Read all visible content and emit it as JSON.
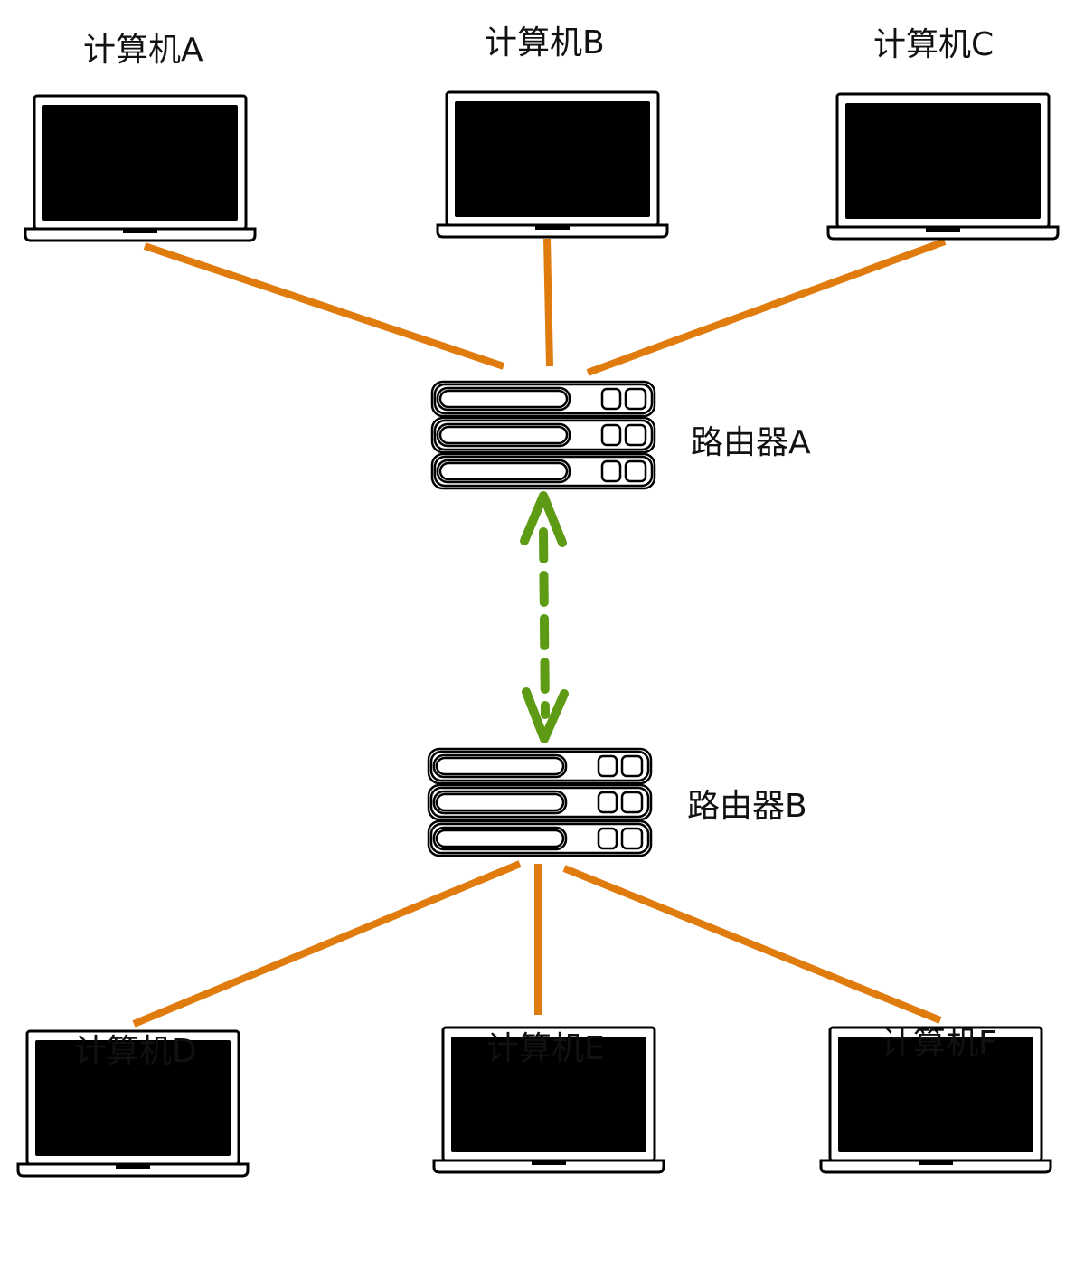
{
  "colors": {
    "link": "#E07B0E",
    "peer_link": "#5E9B14",
    "device": "#000000",
    "background": "#FFFFFF"
  },
  "computers": [
    {
      "id": "A",
      "label": "计算机A"
    },
    {
      "id": "B",
      "label": "计算机B"
    },
    {
      "id": "C",
      "label": "计算机C"
    },
    {
      "id": "D",
      "label": "计算机D"
    },
    {
      "id": "E",
      "label": "计算机E"
    },
    {
      "id": "F",
      "label": "计算机F"
    }
  ],
  "routers": [
    {
      "id": "A",
      "label": "路由器A"
    },
    {
      "id": "B",
      "label": "路由器B"
    }
  ],
  "links": [
    {
      "from": "计算机A",
      "to": "路由器A",
      "style": "solid"
    },
    {
      "from": "计算机B",
      "to": "路由器A",
      "style": "solid"
    },
    {
      "from": "计算机C",
      "to": "路由器A",
      "style": "solid"
    },
    {
      "from": "计算机D",
      "to": "路由器B",
      "style": "solid"
    },
    {
      "from": "计算机E",
      "to": "路由器B",
      "style": "solid"
    },
    {
      "from": "计算机F",
      "to": "路由器B",
      "style": "solid"
    },
    {
      "from": "路由器A",
      "to": "路由器B",
      "style": "dashed-bidirectional"
    }
  ]
}
